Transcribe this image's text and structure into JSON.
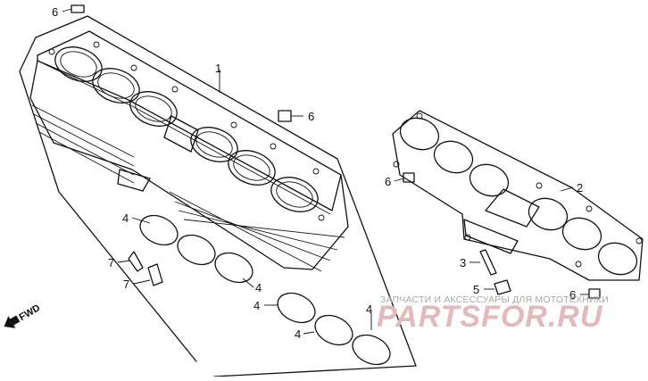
{
  "diagram": {
    "part_labels": [
      {
        "id": "p6a",
        "text": "6"
      },
      {
        "id": "p1",
        "text": "1"
      },
      {
        "id": "p6b",
        "text": "6"
      },
      {
        "id": "p2",
        "text": "2"
      },
      {
        "id": "p6c",
        "text": "6"
      },
      {
        "id": "p4a",
        "text": "4"
      },
      {
        "id": "p7a",
        "text": "7"
      },
      {
        "id": "p7b",
        "text": "7"
      },
      {
        "id": "p4b",
        "text": "4"
      },
      {
        "id": "p4c",
        "text": "4"
      },
      {
        "id": "p4d",
        "text": "4"
      },
      {
        "id": "p4e",
        "text": "4"
      },
      {
        "id": "p3",
        "text": "3"
      },
      {
        "id": "p5",
        "text": "5"
      },
      {
        "id": "p6d",
        "text": "6"
      }
    ],
    "direction_label": "FWD"
  },
  "watermark": {
    "tagline": "ЗАПЧАСТИ И АКСЕССУАРЫ ДЛЯ МОТОТЕХНИКИ",
    "brand": "PARTSFOR.RU",
    "brand_color": "#e2b9bc"
  }
}
